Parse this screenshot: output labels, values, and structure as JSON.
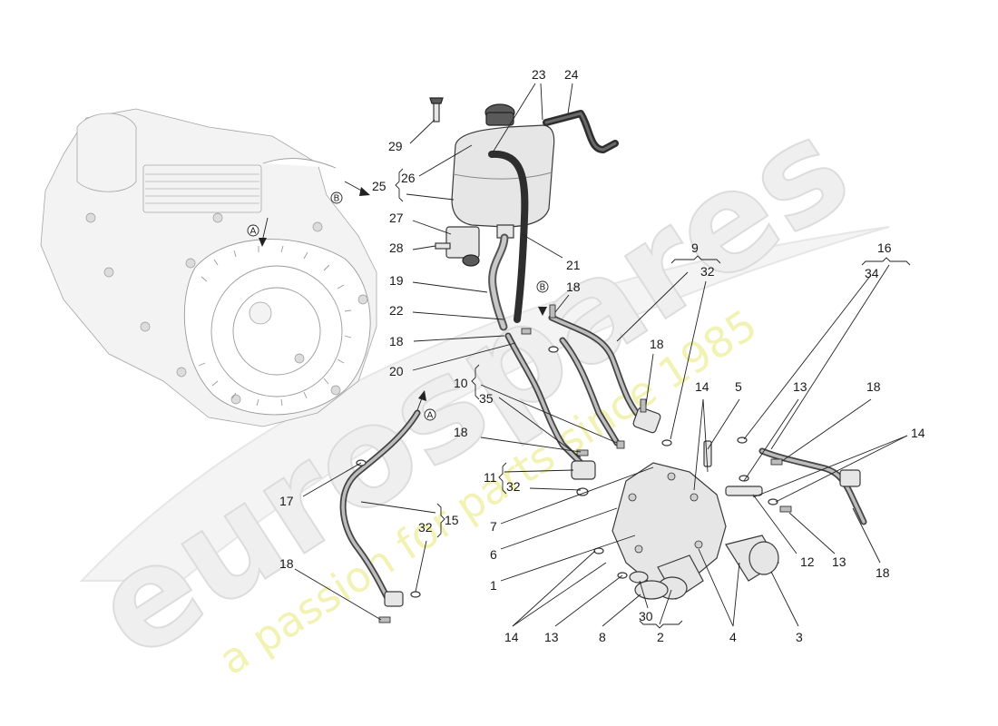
{
  "watermark": {
    "brand": "eurospares",
    "tagline": "a passion for parts since 1985"
  },
  "markers": {
    "a": "A",
    "b": "B"
  },
  "callouts": {
    "c1": "1",
    "c2": "2",
    "c3": "3",
    "c4": "4",
    "c5": "5",
    "c6": "6",
    "c7": "7",
    "c8": "8",
    "c9": "9",
    "c10": "10",
    "c11": "11",
    "c12": "12",
    "c13a": "13",
    "c13b": "13",
    "c13c": "13",
    "c14a": "14",
    "c14b": "14",
    "c14c": "14",
    "c15": "15",
    "c16": "16",
    "c17": "17",
    "c18a": "18",
    "c18b": "18",
    "c18c": "18",
    "c18d": "18",
    "c18e": "18",
    "c18f": "18",
    "c18g": "18",
    "c19": "19",
    "c20": "20",
    "c21": "21",
    "c22": "22",
    "c23": "23",
    "c24": "24",
    "c25": "25",
    "c26": "26",
    "c27": "27",
    "c28": "28",
    "c29": "29",
    "c30": "30",
    "c32a": "32",
    "c32b": "32",
    "c32c": "32",
    "c34": "34",
    "c35": "35"
  },
  "colors": {
    "line": "#222222",
    "part_light": "#e6e6e6",
    "hose": "#555555",
    "watermark": "#efefef",
    "watermark_tagline": "#f2f2b4"
  }
}
